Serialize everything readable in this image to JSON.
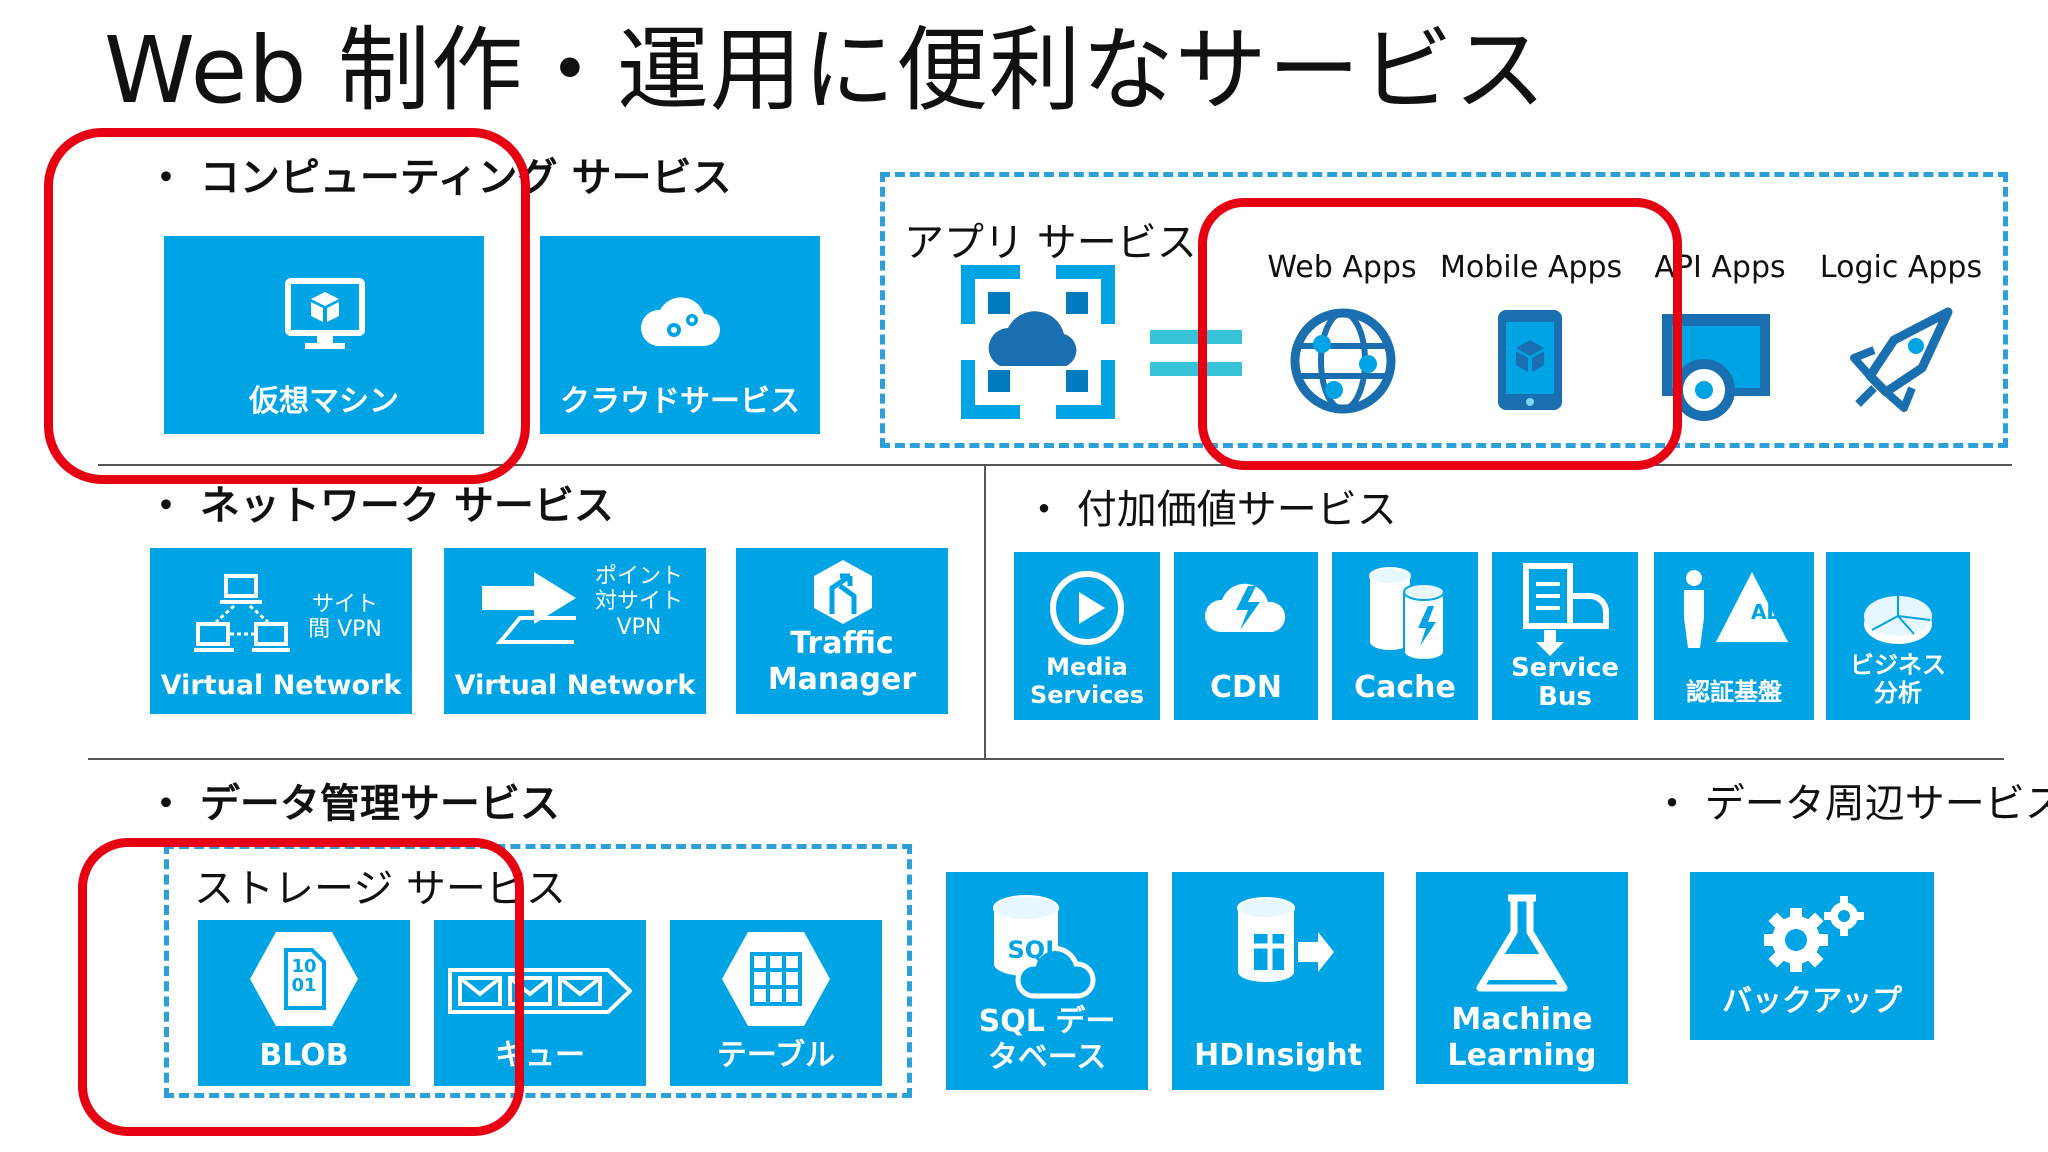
{
  "title": "Web 制作・運用に便利なサービス",
  "sections": {
    "compute": "・ コンピューティング サービス",
    "network": "・ ネットワーク サービス",
    "addon": "・ 付加価値サービス",
    "data": "・ データ管理サービス",
    "data_peripheral": "・ データ周辺サービス"
  },
  "app_service": {
    "label": "アプリ サービス",
    "apps": [
      "Web Apps",
      "Mobile Apps",
      "API Apps",
      "Logic Apps"
    ]
  },
  "storage": {
    "label": "ストレージ サービス"
  },
  "tiles": {
    "vm": "仮想マシン",
    "cloud": "クラウドサービス",
    "vnet1": "Virtual Network",
    "vnet1_side": [
      "サイト",
      "間 VPN"
    ],
    "vnet2": "Virtual Network",
    "vnet2_side": [
      "ポイント",
      "対サイト",
      "VPN"
    ],
    "traffic": [
      "Traffic",
      "Manager"
    ],
    "media": [
      "Media",
      "Services"
    ],
    "cdn": "CDN",
    "cache": "Cache",
    "bus": [
      "Service",
      "Bus"
    ],
    "auth": "認証基盤",
    "auth_badge": "AD",
    "bi": [
      "ビジネス",
      "分析"
    ],
    "blob": "BLOB",
    "blob_bits": [
      "10",
      "01"
    ],
    "queue": "キュー",
    "table": "テーブル",
    "sql": [
      "SQL デー",
      "タベース"
    ],
    "sql_badge": "SQL",
    "hdinsight": "HDInsight",
    "ml": [
      "Machine",
      "Learning"
    ],
    "backup": "バックアップ"
  },
  "colors": {
    "tile": "#00a4e4",
    "dash": "#2d9fd9",
    "highlight": "#e60012"
  }
}
